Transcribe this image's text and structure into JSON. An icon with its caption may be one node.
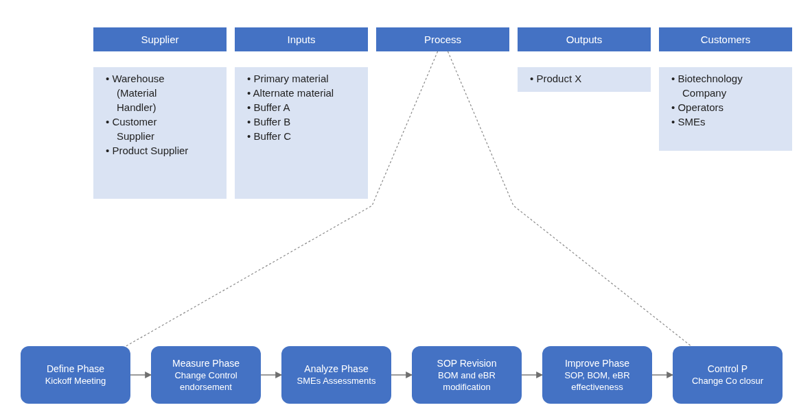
{
  "diagram": {
    "nodes": [
      {
        "text": [
          "Supplier"
        ]
      },
      {
        "text": [
          "Inputs"
        ]
      },
      {
        "text": [
          "Process"
        ]
      },
      {
        "text": [
          "Outputs"
        ]
      },
      {
        "text": [
          "Customers"
        ]
      },
      {
        "text": [
          "• Warehouse (Material Handler)",
          "• Customer Supplier",
          "• Product Supplier"
        ]
      },
      {
        "text": [
          "• Primary material",
          "• Alternate material",
          "• Buffer A",
          "• Buffer B",
          "• Buffer C"
        ]
      },
      {
        "text": [
          "• Product X"
        ]
      },
      {
        "text": [
          "• Biotechnology Company",
          "• Operators",
          "• SMEs"
        ]
      },
      {
        "text": [
          "Define Phase",
          "Kickoff Meeting"
        ]
      },
      {
        "text": [
          "Measure Phase",
          "Change Control endorsement"
        ]
      },
      {
        "text": [
          "Analyze Phase",
          "SMEs Assessments"
        ]
      },
      {
        "text": [
          "SOP Revision",
          "BOM and eBR modification"
        ]
      },
      {
        "text": [
          "Improve Phase",
          "SOP, BOM, eBR effectiveness"
        ]
      },
      {
        "text": [
          "Control P",
          "Change Co closur"
        ]
      }
    ],
    "edges": [
      {
        "from": 2,
        "to": 9,
        "arrow": "none",
        "style": "dashed"
      },
      {
        "from": 2,
        "to": 14,
        "arrow": "none",
        "style": "dashed"
      },
      {
        "from": 9,
        "to": 10,
        "arrow": "to"
      },
      {
        "from": 10,
        "to": 11,
        "arrow": "to"
      },
      {
        "from": 11,
        "to": 12,
        "arrow": "to"
      },
      {
        "from": 12,
        "to": 13,
        "arrow": "to"
      },
      {
        "from": 13,
        "to": 14,
        "arrow": "to"
      }
    ]
  }
}
